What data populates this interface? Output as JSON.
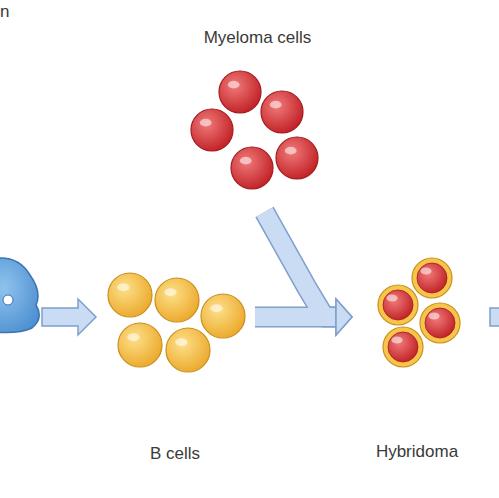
{
  "diagram": {
    "nodes": [
      {
        "text": [
          "Myeloma cells"
        ]
      },
      {
        "text": [
          "B cells"
        ]
      },
      {
        "text": [
          "Hybridoma"
        ]
      }
    ],
    "edges": [
      {
        "from": 1,
        "to": 2,
        "arrow": "to"
      },
      {
        "from": 0,
        "to": 2,
        "arrow": "to"
      }
    ],
    "labels": [
      "n"
    ]
  }
}
